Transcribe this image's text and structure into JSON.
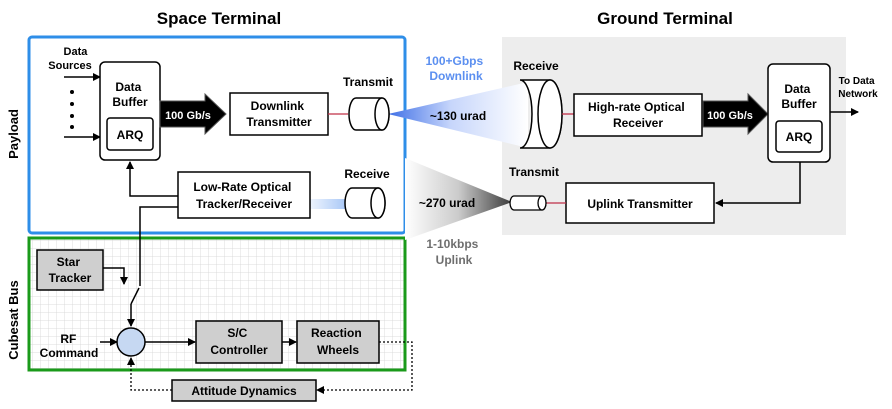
{
  "titles": {
    "space": "Space Terminal",
    "ground": "Ground Terminal"
  },
  "side_labels": {
    "payload": "Payload",
    "bus": "Cubesat Bus"
  },
  "space": {
    "data_sources_line1": "Data",
    "data_sources_line2": "Sources",
    "data_buffer_line1": "Data",
    "data_buffer_line2": "Buffer",
    "arq": "ARQ",
    "rate": "100 Gb/s",
    "downlink_tx_line1": "Downlink",
    "downlink_tx_line2": "Transmitter",
    "transmit": "Transmit",
    "receive": "Receive",
    "tracker_line1": "Low-Rate Optical",
    "tracker_line2": "Tracker/Receiver"
  },
  "links": {
    "downlink_line1": "100+Gbps",
    "downlink_line2": "Downlink",
    "downlink_div": "~130 urad",
    "uplink_div": "~270 urad",
    "uplink_line1": "1-10kbps",
    "uplink_line2": "Uplink"
  },
  "ground": {
    "receive": "Receive",
    "hr_rx_line1": "High-rate Optical",
    "hr_rx_line2": "Receiver",
    "rate": "100 Gb/s",
    "data_buffer_line1": "Data",
    "data_buffer_line2": "Buffer",
    "arq": "ARQ",
    "to_network_line1": "To Data",
    "to_network_line2": "Network",
    "transmit": "Transmit",
    "uplink_tx": "Uplink Transmitter"
  },
  "bus": {
    "star_line1": "Star",
    "star_line2": "Tracker",
    "rf_line1": "RF",
    "rf_line2": "Command",
    "sc_line1": "S/C",
    "sc_line2": "Controller",
    "rw_line1": "Reaction",
    "rw_line2": "Wheels",
    "attitude": "Attitude Dynamics"
  },
  "colors": {
    "payload_border": "#2e8ee8",
    "bus_border": "#1a9a1a",
    "downlink_label": "#5b8ff0",
    "uplink_label": "#6e6e6e",
    "ground_bg": "#ededed",
    "grey_box": "#cfcfcf"
  }
}
